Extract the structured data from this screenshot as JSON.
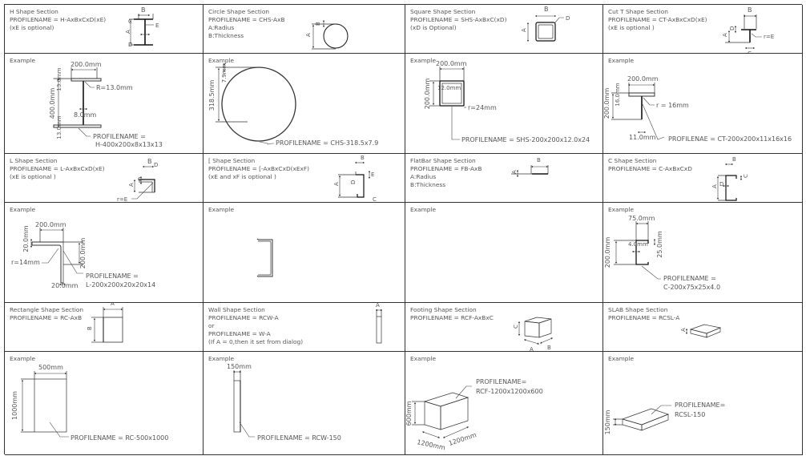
{
  "example_label": "Example",
  "letters": {
    "a": "A",
    "b": "B",
    "c": "C",
    "d": "D",
    "e": "E",
    "r_e": "r=E"
  },
  "h": {
    "title": "H Shape Section",
    "formula": "PROFILENAME = H-AxBxCxD(xE)",
    "note": "(xE is optional)",
    "ex": {
      "w": "200.0mm",
      "h": "400.0mm",
      "tf1": "13.0mm",
      "tf2": "13.0mm",
      "r": "R=13.0mm",
      "tw": "8.0mm",
      "p1": "PROFILENAME =",
      "p2": "H-400x200x8x13x13"
    }
  },
  "chs": {
    "title": "Circle Shape Section",
    "formula": "PROFILENAME = CHS-AxB",
    "l1": "A:Radius",
    "l2": "B:Thickness",
    "ex": {
      "d": "318.5mm",
      "t": "7.9mm",
      "p": "PROFILENAME = CHS-318.5x7.9"
    }
  },
  "shs": {
    "title": "Square Shape Section",
    "formula": "PROFILENAME = SHS-AxBxC(xD)",
    "note": "(xD is Optional)",
    "ex": {
      "w": "200.0mm",
      "h": "200.0mm",
      "t": "12.0mm",
      "r": "r=24mm",
      "p": "PROFILENAME = SHS-200x200x12.0x24"
    }
  },
  "ct": {
    "title": "Cut T Shape Section",
    "formula": "PROFILENAME = CT-AxBxCxD(xE)",
    "note": "(xE is optional )",
    "ex": {
      "w": "200.0mm",
      "h": "200.0mm",
      "tf": "16.0mm",
      "r": "r = 16mm",
      "tw": "11.0mm",
      "p": "PROFILENAE = CT-200x200x11x16x16"
    }
  },
  "l": {
    "title": "L Shape Section",
    "formula": "PROFILENAME = L-AxBxCxD(xE)",
    "note": "(xE is optional )",
    "ex": {
      "w": "200.0mm",
      "t1": "20.0mm",
      "h": "200.0mm",
      "r": "r=14mm",
      "t2": "20.0mm",
      "p1": "PROFILENAME =",
      "p2": "L-200x200x20x20x14"
    }
  },
  "ch": {
    "title": "[ Shape Section",
    "formula": "PROFILENAME = [-AxBxCxD(xExF)",
    "note": "(xE and xF is optional )"
  },
  "fb": {
    "title": "FlatBar Shape Section",
    "formula": "PROFILENAME = FB-AxB",
    "l1": "A:Radius",
    "l2": "B:Thickness"
  },
  "c": {
    "title": "C Shape Section",
    "formula": "PROFILENAME = C-AxBxCxD",
    "ex": {
      "w": "75.0mm",
      "h": "200.0mm",
      "lip": "25.0mm",
      "t": "4.0mm",
      "p1": "PROFILENAME =",
      "p2": "C-200x75x25x4.0"
    }
  },
  "rc": {
    "title": "Rectangle Shape Section",
    "formula": "PROFILENAME = RC-AxB",
    "ex": {
      "w": "500mm",
      "h": "1000mm",
      "p": "PROFILENAME = RC-500x1000"
    }
  },
  "rcw": {
    "title": "Wall Shape Section",
    "formula": "PROFILENAME = RCW-A",
    "or": "or",
    "formula2": "PROFILENAME = W-A",
    "note": "(If A = 0,then it set from dialog)",
    "ex": {
      "w": "150mm",
      "p": "PROFILENAME = RCW-150"
    }
  },
  "rcf": {
    "title": "Footing Shape Section",
    "formula": "PROFILENAME = RCF-AxBxC",
    "ex": {
      "h": "600mm",
      "a": "1200mm",
      "b": "1200mm",
      "p1": "PROFILENAME=",
      "p2": "RCF-1200x1200x600"
    }
  },
  "rcsl": {
    "title": "SLAB Shape Section",
    "formula": "PROFILENAME = RCSL-A",
    "ex": {
      "h": "150mm",
      "p1": "PROFILENAME=",
      "p2": "RCSL-150"
    }
  },
  "colors": {
    "top_face": "#8a8a8a",
    "side_face": "#dcdcdc",
    "line": "#333333"
  }
}
